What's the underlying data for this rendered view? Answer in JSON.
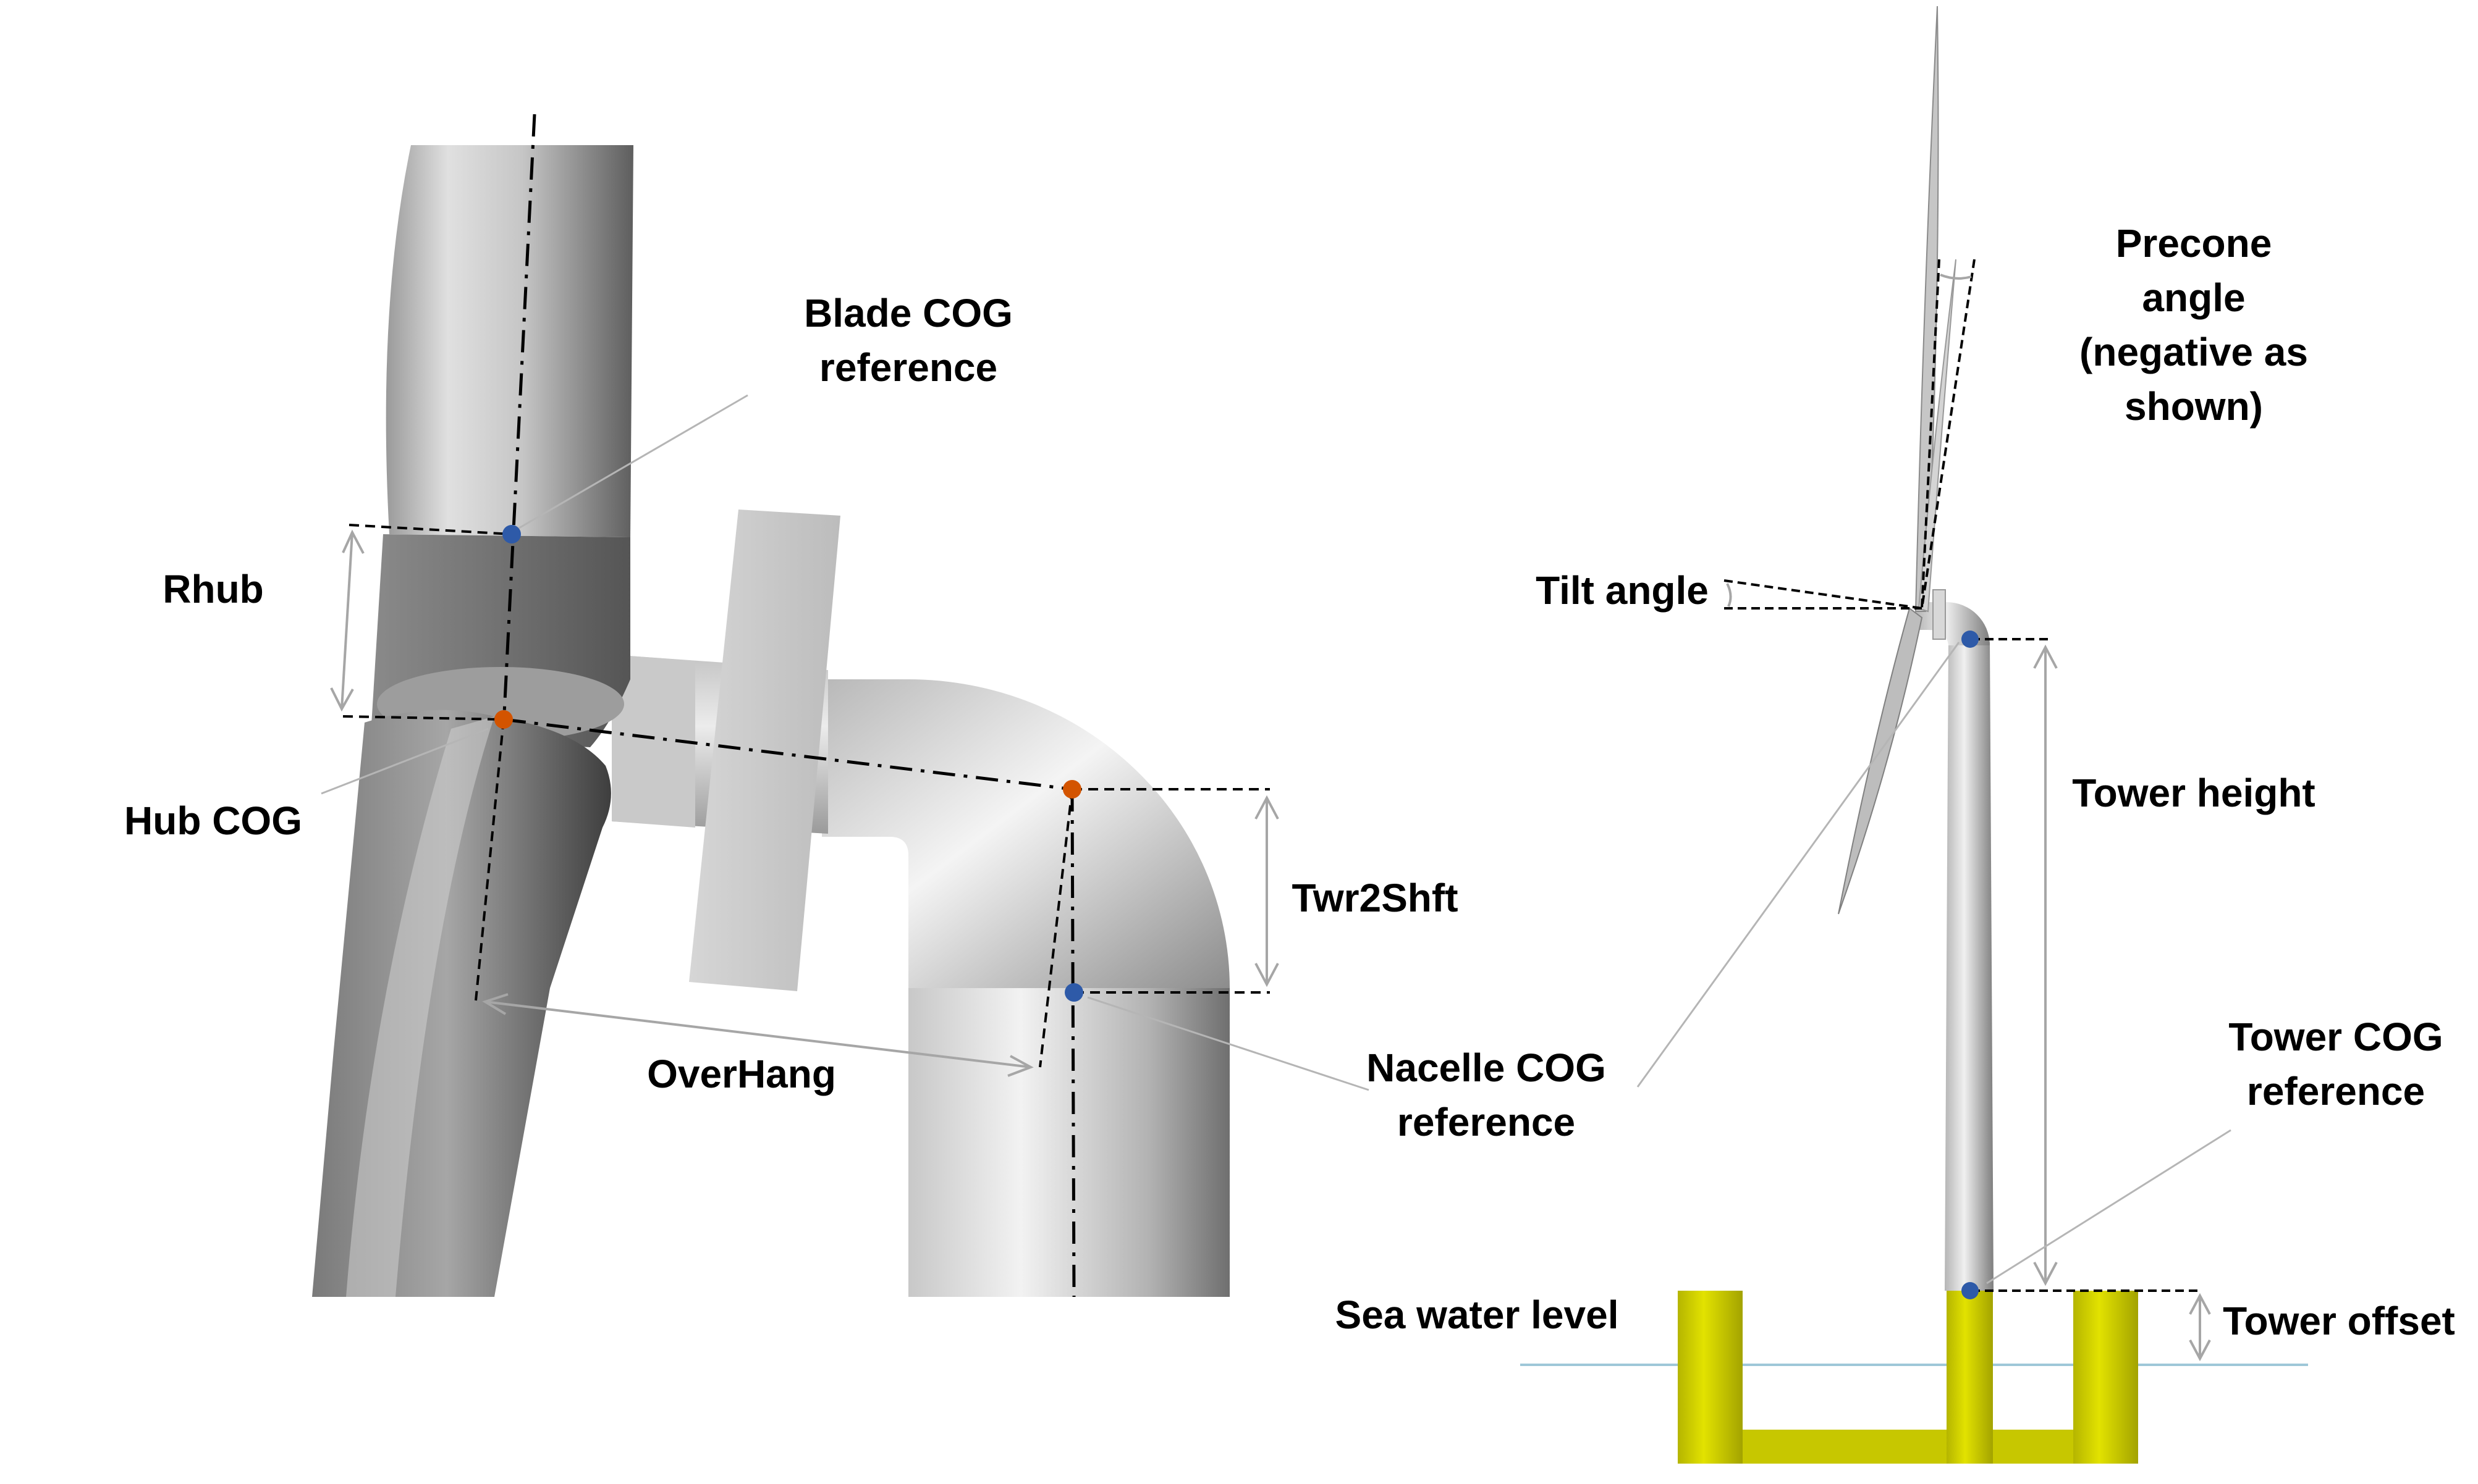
{
  "labels": {
    "blade_cog": [
      "Blade COG",
      "reference"
    ],
    "rhub": "Rhub",
    "hub_cog": "Hub COG",
    "twr2shft": "Twr2Shft",
    "overhang": "OverHang",
    "nacelle_cog": [
      "Nacelle COG",
      "reference"
    ],
    "precone": [
      "Precone",
      "angle",
      "(negative as",
      "shown)"
    ],
    "tilt": "Tilt angle",
    "tower_height": "Tower height",
    "tower_cog": [
      "Tower COG",
      "reference"
    ],
    "sea_water_level": "Sea water level",
    "tower_offset": "Tower offset"
  },
  "colors": {
    "hub_point": "#d35400",
    "reference_point": "#2e5aa8",
    "platform": "#d6d600",
    "water_line": "#9ec7d8",
    "dimension_arrow": "#a6a6a6"
  }
}
